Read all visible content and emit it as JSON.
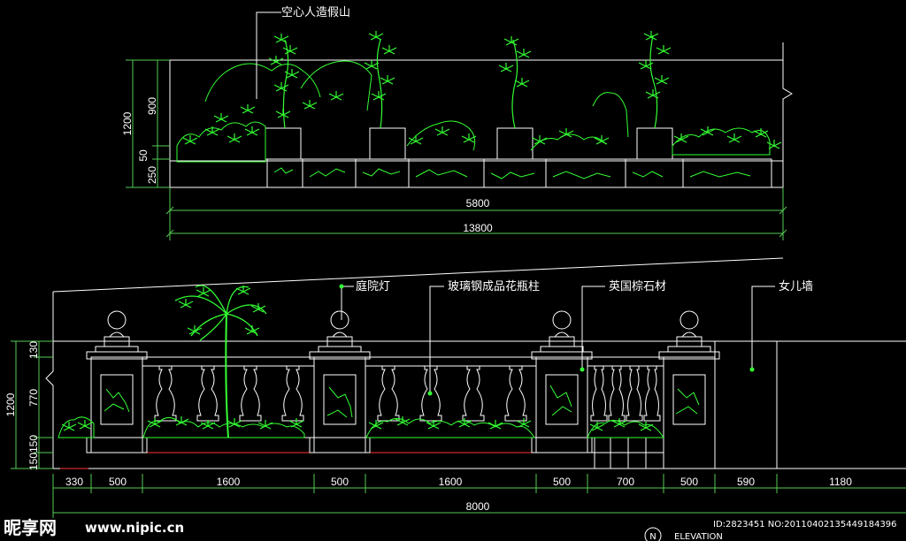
{
  "upper_elevation": {
    "title_label": "空心人造假山",
    "dims_vertical": [
      "1200",
      "900",
      "50",
      "250"
    ],
    "dims_horizontal": [
      "5800",
      "13800"
    ]
  },
  "lower_elevation": {
    "labels": {
      "lamp": "庭院灯",
      "baluster": "玻璃钢成品花瓶柱",
      "stone": "英国棕石材",
      "parapet": "女儿墙"
    },
    "dims_vertical": [
      "130",
      "1200",
      "770",
      "150150"
    ],
    "dims_horizontal": [
      "330",
      "500",
      "1600",
      "500",
      "1600",
      "500",
      "700",
      "500",
      "590",
      "1180"
    ],
    "dim_total": "8000"
  },
  "watermark": {
    "site_name": "昵享网",
    "site_url": "www.nipic.cn",
    "image_id": "ID:2823451 NO:20110402135449184396",
    "north_symbol": "N",
    "elevation_label": "ELEVATION"
  },
  "colors": {
    "background": "#000000",
    "linework": "#ffffff",
    "plants": "#33ff33",
    "dim_lines": "#55cc55",
    "ground": "#ff3333"
  }
}
